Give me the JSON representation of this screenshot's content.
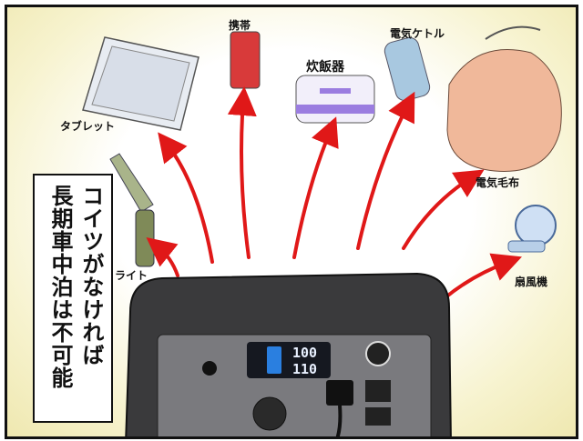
{
  "caption": {
    "line1": "コイツがなければ",
    "line2": "長期車中泊は不可能"
  },
  "devices": {
    "tablet": "タブレット",
    "phone": "携帯",
    "rice_cooker": "炊飯器",
    "kettle": "電気ケトル",
    "electric_blanket": "電気毛布",
    "fan": "扇風機",
    "light": "ライト"
  },
  "power_station": {
    "display_top": "100",
    "display_bottom": "110",
    "battery_color": "#2a7fe0"
  },
  "colors": {
    "arrow": "#e01818",
    "background_tint": "#efe8b0",
    "unit_body": "#3a3a3c"
  }
}
